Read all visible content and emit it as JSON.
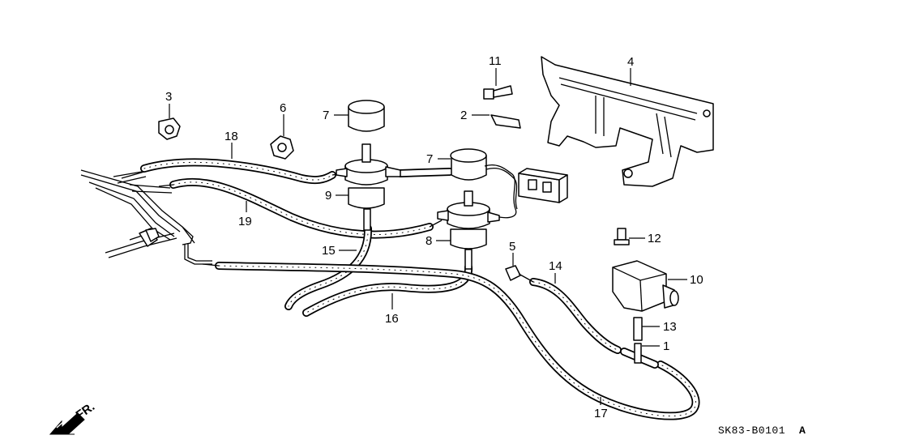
{
  "callouts": [
    {
      "id": "1",
      "text": "1"
    },
    {
      "id": "2",
      "text": "2"
    },
    {
      "id": "3",
      "text": "3"
    },
    {
      "id": "4",
      "text": "4"
    },
    {
      "id": "5",
      "text": "5"
    },
    {
      "id": "6",
      "text": "6"
    },
    {
      "id": "7a",
      "text": "7"
    },
    {
      "id": "7b",
      "text": "7"
    },
    {
      "id": "8",
      "text": "8"
    },
    {
      "id": "9",
      "text": "9"
    },
    {
      "id": "10",
      "text": "10"
    },
    {
      "id": "11",
      "text": "11"
    },
    {
      "id": "12",
      "text": "12"
    },
    {
      "id": "13",
      "text": "13"
    },
    {
      "id": "14",
      "text": "14"
    },
    {
      "id": "15",
      "text": "15"
    },
    {
      "id": "16",
      "text": "16"
    },
    {
      "id": "17",
      "text": "17"
    },
    {
      "id": "18",
      "text": "18"
    },
    {
      "id": "19",
      "text": "19"
    }
  ],
  "direction_indicator": {
    "text": "FR.",
    "icon": "front-direction-arrow-icon"
  },
  "diagram_code": "SK83-B0101",
  "diagram_suffix": "A",
  "colors": {
    "ink": "#000000",
    "paper": "#ffffff"
  }
}
